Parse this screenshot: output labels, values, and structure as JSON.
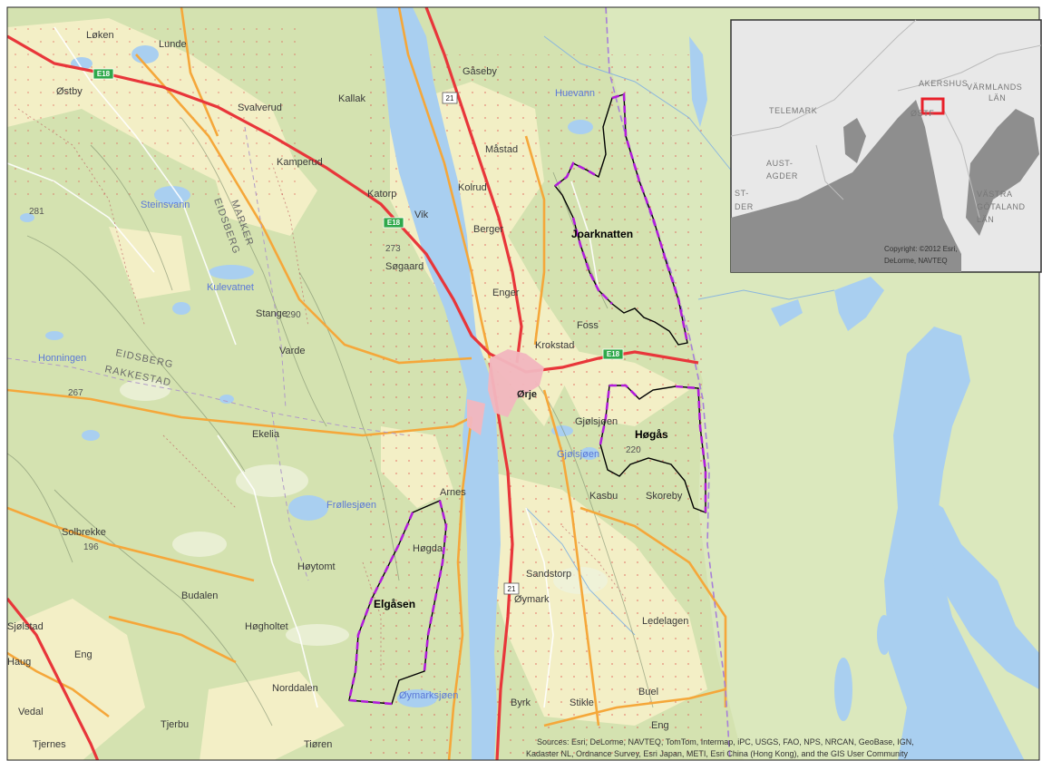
{
  "places": [
    {
      "name": "Løken",
      "kind": "place"
    },
    {
      "name": "Lunde",
      "kind": "place"
    },
    {
      "name": "Gåseby",
      "kind": "place"
    },
    {
      "name": "Huevann",
      "kind": "water"
    },
    {
      "name": "Østby",
      "kind": "place"
    },
    {
      "name": "Svalverud",
      "kind": "place"
    },
    {
      "name": "Kallak",
      "kind": "place"
    },
    {
      "name": "Måstad",
      "kind": "place"
    },
    {
      "name": "Kamperud",
      "kind": "place"
    },
    {
      "name": "Katorp",
      "kind": "place"
    },
    {
      "name": "Kolrud",
      "kind": "place"
    },
    {
      "name": "Vik",
      "kind": "place"
    },
    {
      "name": "Berger",
      "kind": "place"
    },
    {
      "name": "Steinsvann",
      "kind": "water"
    },
    {
      "name": "EIDSBERG",
      "kind": "admin"
    },
    {
      "name": "MARKER",
      "kind": "admin"
    },
    {
      "name": "273",
      "kind": "hill"
    },
    {
      "name": "281",
      "kind": "hill"
    },
    {
      "name": "Søgaard",
      "kind": "place"
    },
    {
      "name": "Kulevatnet",
      "kind": "water"
    },
    {
      "name": "Enger",
      "kind": "place"
    },
    {
      "name": "Stange",
      "kind": "place"
    },
    {
      "name": "290",
      "kind": "hill"
    },
    {
      "name": "Varde",
      "kind": "place"
    },
    {
      "name": "Foss",
      "kind": "place"
    },
    {
      "name": "Krokstad",
      "kind": "place"
    },
    {
      "name": "Honningen",
      "kind": "water"
    },
    {
      "name": "EIDSBERG",
      "kind": "admin"
    },
    {
      "name": "RAKKESTAD",
      "kind": "admin"
    },
    {
      "name": "267",
      "kind": "hill"
    },
    {
      "name": "Ørje",
      "kind": "place"
    },
    {
      "name": "Gjølsjøen",
      "kind": "place"
    },
    {
      "name": "Gjølsjøen",
      "kind": "water"
    },
    {
      "name": "220",
      "kind": "hill"
    },
    {
      "name": "Ekelia",
      "kind": "place"
    },
    {
      "name": "Kasbu",
      "kind": "place"
    },
    {
      "name": "Skoreby",
      "kind": "place"
    },
    {
      "name": "Arnes",
      "kind": "place"
    },
    {
      "name": "Frøllesjøen",
      "kind": "water"
    },
    {
      "name": "Solbrekke",
      "kind": "place"
    },
    {
      "name": "196",
      "kind": "hill"
    },
    {
      "name": "Høgda",
      "kind": "place"
    },
    {
      "name": "Høytomt",
      "kind": "place"
    },
    {
      "name": "Sandstorp",
      "kind": "place"
    },
    {
      "name": "Budalen",
      "kind": "place"
    },
    {
      "name": "Øymark",
      "kind": "place"
    },
    {
      "name": "Høgholtet",
      "kind": "place"
    },
    {
      "name": "Ledelagen",
      "kind": "place"
    },
    {
      "name": "Sjølstad",
      "kind": "place"
    },
    {
      "name": "Eng",
      "kind": "place"
    },
    {
      "name": "Haug",
      "kind": "place"
    },
    {
      "name": "Norddalen",
      "kind": "place"
    },
    {
      "name": "Øymarksjøen",
      "kind": "water"
    },
    {
      "name": "Buel",
      "kind": "place"
    },
    {
      "name": "Vedal",
      "kind": "place"
    },
    {
      "name": "Byrk",
      "kind": "place"
    },
    {
      "name": "Stikle",
      "kind": "place"
    },
    {
      "name": "Tjerbu",
      "kind": "place"
    },
    {
      "name": "Tiøren",
      "kind": "place"
    },
    {
      "name": "Eng",
      "kind": "place"
    },
    {
      "name": "Tjernes",
      "kind": "place"
    }
  ],
  "study_areas": [
    "Joarknatten",
    "Høgås",
    "Elgåsen"
  ],
  "road_shields": {
    "european": "E18",
    "national": "21"
  },
  "inset": {
    "labels": [
      "AKERSHUS",
      "VÄRMLANDS",
      "LÄN",
      "TELEMARK",
      "ØSTF",
      "AUST-",
      "AGDER",
      "VÄSTRA",
      "GÖTALAND",
      "LÄN",
      "ST-",
      "DER"
    ],
    "copyright": [
      "Copyright: ©2012 Esri,",
      "DeLorme, NAVTEQ"
    ],
    "locator_color": "#e8202a"
  },
  "credits": [
    "Sources: Esri, DeLorme, NAVTEQ, TomTom, Intermap, iPC, USGS, FAO, NPS, NRCAN, GeoBase, IGN,",
    "Kadaster NL, Ordnance Survey, Esri Japan, METI, Esri China (Hong Kong), and the GIS User Community"
  ],
  "colors": {
    "forest": "#d4e2b0",
    "farmland": "#f3efc6",
    "water": "#a9cff0",
    "motorway": "#e8363a",
    "main_road": "#f5a73a",
    "boundary": "#a77fd9",
    "study_area_dash": "#b11cdb",
    "town": "#f3b7bf"
  }
}
